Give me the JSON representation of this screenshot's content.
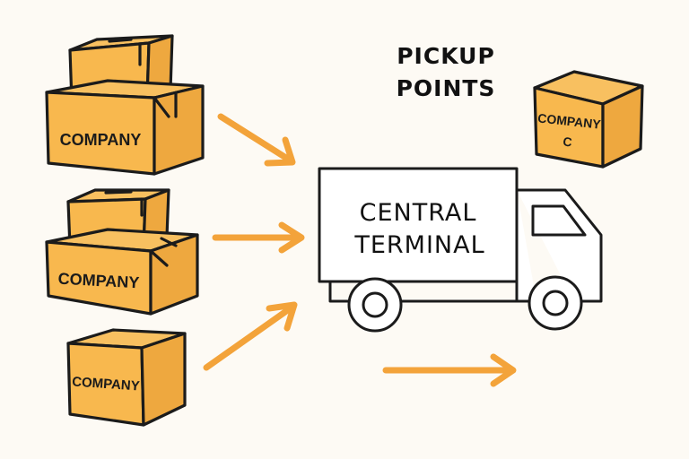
{
  "title": {
    "line1": "PICKUP",
    "line2": "POINTS"
  },
  "sources": [
    {
      "label": "COMPANY"
    },
    {
      "label": "COMPANY"
    },
    {
      "label": "COMPANY"
    }
  ],
  "truck": {
    "line1": "CENTRAL",
    "line2": "TERMINAL"
  },
  "destination": {
    "line1": "COMPANY",
    "line2": "C"
  },
  "colors": {
    "box_fill": "#f8b84e",
    "box_shade": "#eea83f",
    "arrow": "#f3a33a",
    "outline": "#1b1b1b",
    "truck_fill": "#ffffff",
    "background": "#fdfaf4"
  }
}
